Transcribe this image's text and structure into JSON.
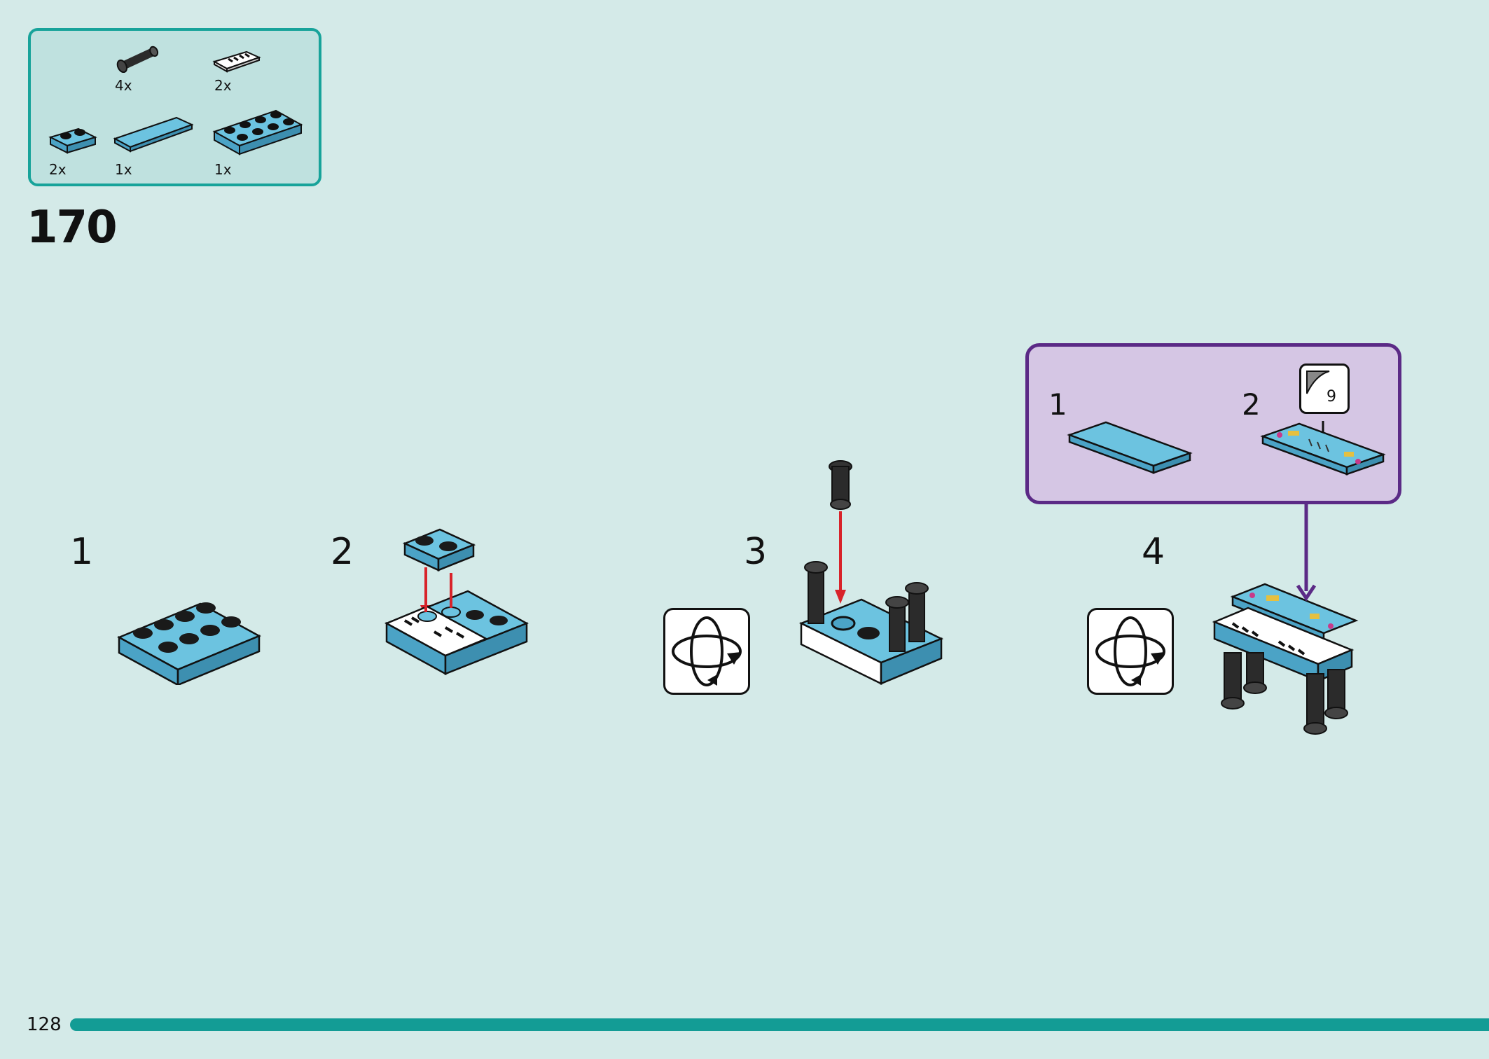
{
  "parts_list": {
    "items": [
      {
        "icon": "black-round-bar-icon",
        "qty": "4x"
      },
      {
        "icon": "white-piano-tile-icon",
        "qty": "2x"
      },
      {
        "icon": "blue-plate-1x2-icon",
        "qty": "2x"
      },
      {
        "icon": "blue-tile-1x6-icon",
        "qty": "1x"
      },
      {
        "icon": "blue-plate-2x4-icon",
        "qty": "1x"
      }
    ]
  },
  "step": {
    "number": "170"
  },
  "substeps": [
    {
      "number": "1"
    },
    {
      "number": "2"
    },
    {
      "number": "3",
      "rotate": true
    },
    {
      "number": "4",
      "rotate": true
    }
  ],
  "callout": {
    "steps": [
      {
        "number": "1"
      },
      {
        "number": "2"
      }
    ],
    "sticker_number": "9"
  },
  "colors": {
    "background": "#d4eae8",
    "accent": "#17a39a",
    "part_blue": "#5ab4d6",
    "callout_purple": "#5b2a86",
    "arrow_red": "#d8232a"
  },
  "footer": {
    "page_number": "128"
  }
}
